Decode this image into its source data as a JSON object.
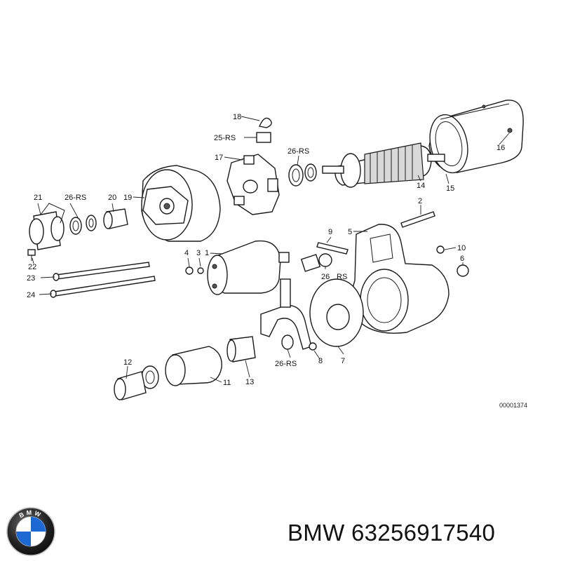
{
  "callouts": {
    "c1": "1",
    "c2": "2",
    "c3": "3",
    "c4": "4",
    "c5": "5",
    "c6": "6",
    "c7": "7",
    "c8": "8",
    "c9": "9",
    "c10": "10",
    "c11": "11",
    "c12": "12",
    "c13": "13",
    "c14": "14",
    "c15": "15",
    "c16": "16",
    "c17": "17",
    "c18": "18",
    "c19": "19",
    "c20": "20",
    "c21": "21",
    "c22": "22",
    "c23": "23",
    "c24": "24",
    "c25rs": "25-RS",
    "c26rs_a": "26-RS",
    "c26rs_b": "26-RS",
    "c26rs_c": "26",
    "c26rs_c2": "RS",
    "c26rs_d": "26-RS"
  },
  "drawing_code": "00001374",
  "brand": {
    "name": "BMW",
    "part_number": "63256917540",
    "logo_letters": "BMW",
    "colors": {
      "blue": "#1c69d4",
      "ring": "#1a1a1a",
      "white": "#ffffff"
    }
  }
}
